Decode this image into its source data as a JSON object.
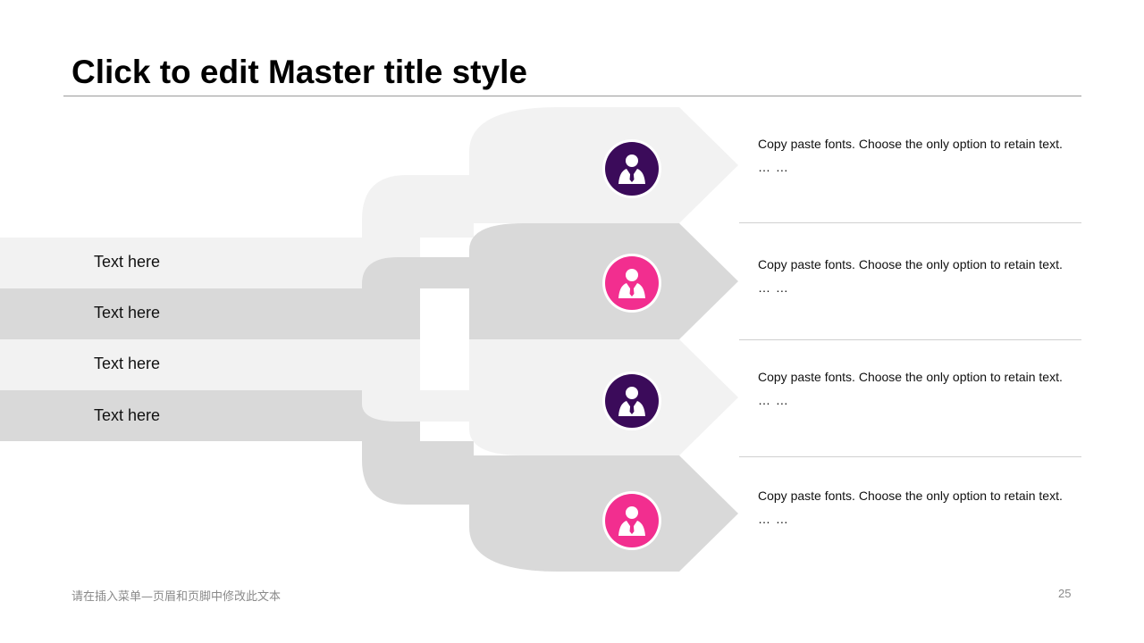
{
  "slide": {
    "title": "Click to edit Master title style",
    "footer": "请在插入菜单—页眉和页脚中修改此文本",
    "page_number": "25"
  },
  "colors": {
    "light_band": "#f2f2f2",
    "dark_band": "#d9d9d9",
    "purple": "#3b0b5a",
    "pink": "#f22e8f"
  },
  "bands": [
    {
      "label": "Text here"
    },
    {
      "label": "Text here"
    },
    {
      "label": "Text here"
    },
    {
      "label": "Text here"
    }
  ],
  "items": [
    {
      "icon": "businessman-icon",
      "color": "purple",
      "text": "Copy paste fonts. Choose the only option to retain text.",
      "more": "… …"
    },
    {
      "icon": "businessman-icon",
      "color": "pink",
      "text": "Copy paste fonts. Choose the only option to retain text.",
      "more": "… …"
    },
    {
      "icon": "businessman-icon",
      "color": "purple",
      "text": "Copy paste fonts. Choose the only option to retain text.",
      "more": "… …"
    },
    {
      "icon": "businessman-icon",
      "color": "pink",
      "text": "Copy paste fonts. Choose the only option to retain text.",
      "more": "… …"
    }
  ]
}
